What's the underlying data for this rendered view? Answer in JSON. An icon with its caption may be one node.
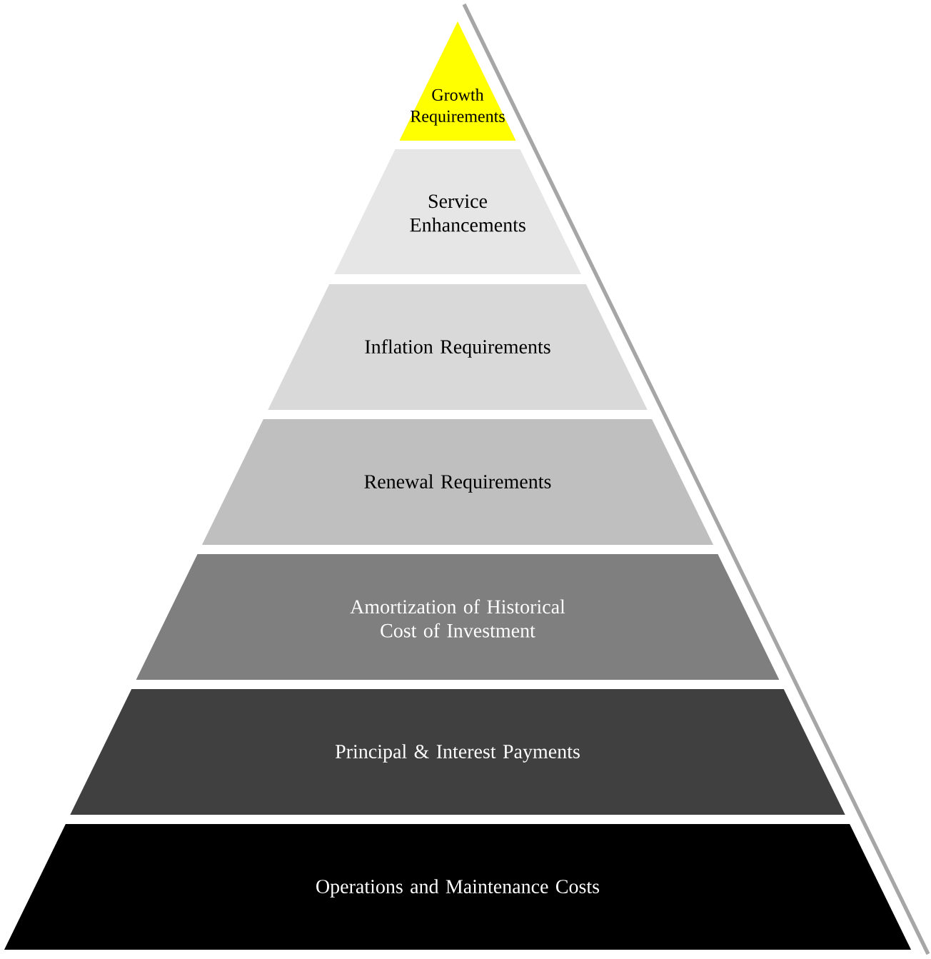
{
  "diagram": {
    "nodes": [
      {
        "text": [
          "Growth Requirements"
        ]
      },
      {
        "text": [
          "Service Enhancements"
        ]
      },
      {
        "text": [
          "Inflation Requirements"
        ]
      },
      {
        "text": [
          "Renewal Requirements"
        ]
      },
      {
        "text": [
          "Amortization of Historical Cost of Investment"
        ]
      },
      {
        "text": [
          "Principal & Interest Payments"
        ]
      },
      {
        "text": [
          "Operations and Maintenance Costs"
        ]
      }
    ]
  }
}
